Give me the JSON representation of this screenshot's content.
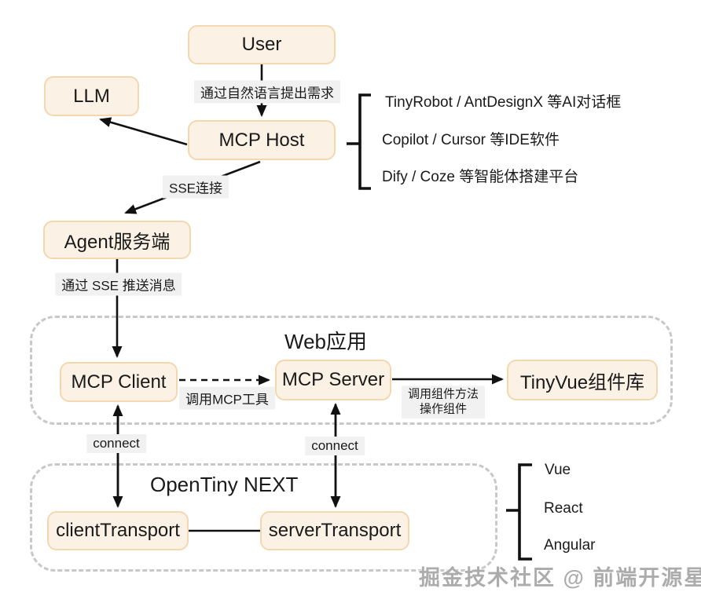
{
  "colors": {
    "node_fill": "#FBF2E5",
    "node_border": "#F3D7AF",
    "label_bg": "#F1F1F1",
    "line_color": "#111111",
    "container_border": "#C8C8C8",
    "text_color": "#1A1A1A",
    "watermark_color": "#ACACAC"
  },
  "nodes": {
    "user": {
      "label": "User"
    },
    "llm": {
      "label": "LLM"
    },
    "mcp_host": {
      "label": "MCP Host"
    },
    "agent_server": {
      "label": "Agent服务端"
    },
    "mcp_client": {
      "label": "MCP Client"
    },
    "mcp_server": {
      "label": "MCP Server"
    },
    "tinyvue": {
      "label": "TinyVue组件库"
    },
    "client_transport": {
      "label": "clientTransport"
    },
    "server_transport": {
      "label": "serverTransport"
    }
  },
  "containers": {
    "web_app": {
      "title": "Web应用"
    },
    "opentiny_next": {
      "title": "OpenTiny NEXT"
    }
  },
  "edge_labels": {
    "user_to_host": "通过自然语言提出需求",
    "sse_connect": "SSE连接",
    "sse_push": "通过 SSE 推送消息",
    "call_mcp_tool": "调用MCP工具",
    "call_component_line1": "调用组件方法",
    "call_component_line2": "操作组件",
    "connect_left": "connect",
    "connect_right": "connect"
  },
  "host_examples": [
    "TinyRobot / AntDesignX 等AI对话框",
    "Copilot / Cursor 等IDE软件",
    "Dify / Coze 等智能体搭建平台"
  ],
  "frameworks": [
    "Vue",
    "React",
    "Angular"
  ],
  "watermark": "掘金技术社区 @ 前端开源星球"
}
